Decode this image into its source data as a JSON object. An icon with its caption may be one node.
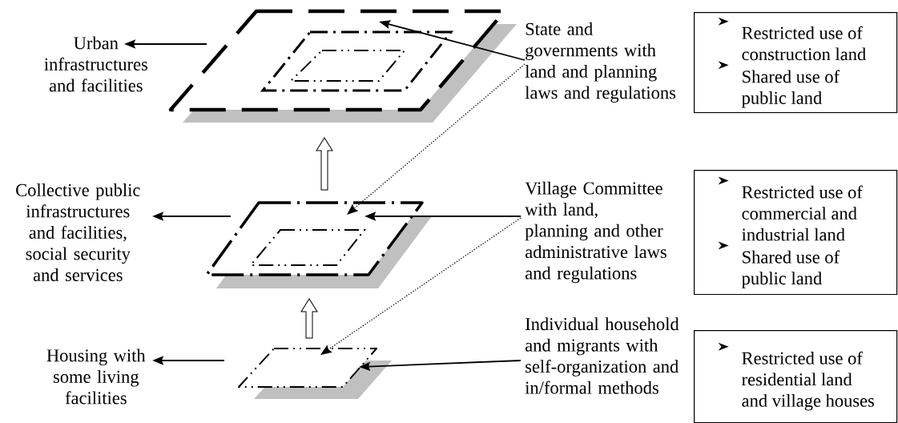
{
  "diagram": {
    "nodes": [
      {
        "text": [
          "Urban infrastructures and facilities"
        ]
      },
      {
        "text": [],
        "shape": "parallelogram"
      },
      {
        "text": [
          "State and governments with land and planning laws and regulations"
        ]
      },
      {
        "text": [
          "Restricted use of construction land",
          "Shared use of public land"
        ]
      },
      {
        "text": [
          "Collective public infrastructures and facilities, social security and services"
        ]
      },
      {
        "text": [],
        "shape": "parallelogram"
      },
      {
        "text": [
          "Village Committee with land, planning and other administrative laws and regulations"
        ]
      },
      {
        "text": [
          "Restricted use of commercial and industrial land",
          "Shared use of public land"
        ]
      },
      {
        "text": [
          "Housing with some living facilities"
        ]
      },
      {
        "text": [],
        "shape": "parallelogram"
      },
      {
        "text": [
          "Individual household and migrants with self-organization and in/formal methods"
        ]
      },
      {
        "text": [
          "Restricted use of residential land and village houses"
        ]
      }
    ],
    "edges": [
      {
        "from": 1,
        "to": 0,
        "arrow": "to"
      },
      {
        "from": 5,
        "to": 4,
        "arrow": "to"
      },
      {
        "from": 9,
        "to": 8,
        "arrow": "to"
      },
      {
        "from": 2,
        "to": 1,
        "arrow": "to"
      },
      {
        "from": 6,
        "to": 5,
        "arrow": "to"
      },
      {
        "from": 10,
        "to": 9,
        "arrow": "to"
      },
      {
        "from": 2,
        "to": 5,
        "arrow": "to",
        "style": "dashed"
      },
      {
        "from": 6,
        "to": 9,
        "arrow": "to",
        "style": "dashed"
      },
      {
        "from": 9,
        "to": 5,
        "arrow": "to",
        "style": "thick"
      },
      {
        "from": 5,
        "to": 1,
        "arrow": "to",
        "style": "thick"
      }
    ]
  }
}
